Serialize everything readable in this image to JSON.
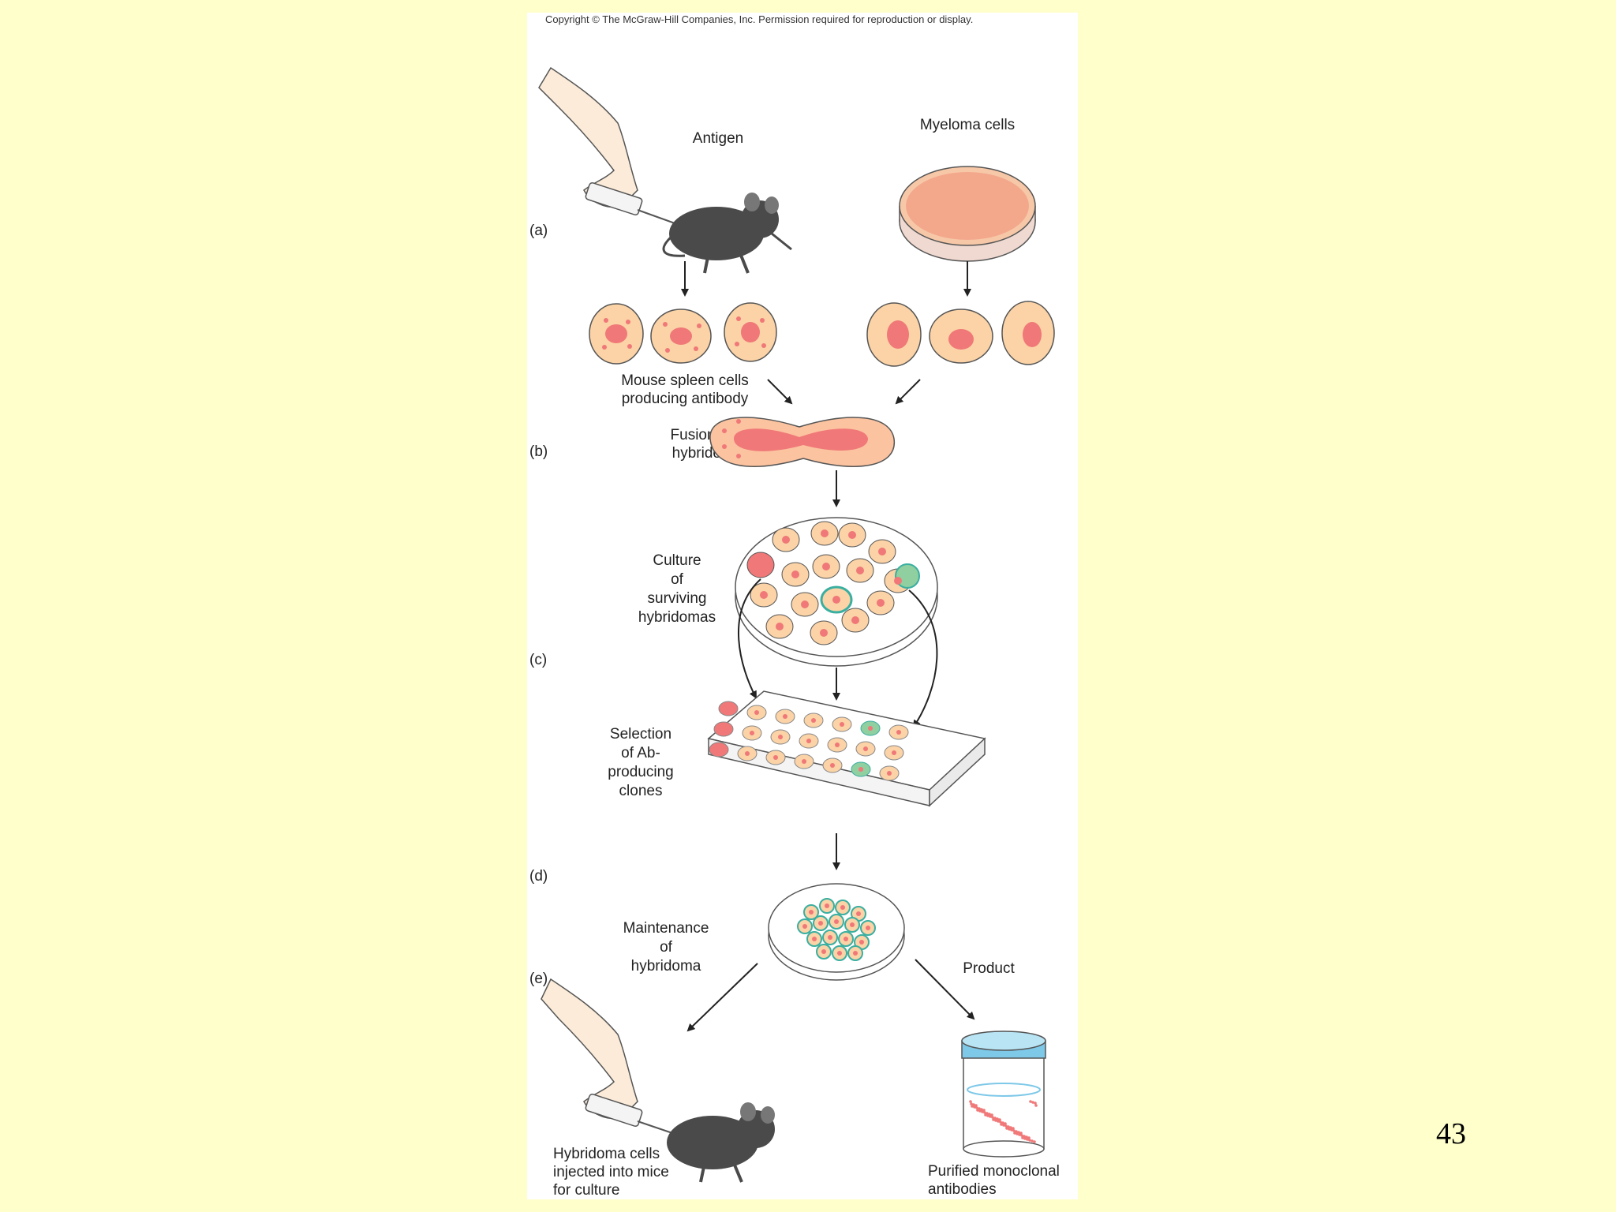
{
  "slide": {
    "number": "43"
  },
  "figure": {
    "copyright": "Copyright © The McGraw-Hill Companies, Inc. Permission required for reproduction or display.",
    "labels": {
      "antigen": "Antigen",
      "myeloma": "Myeloma cells",
      "spleen_1": "Mouse spleen cells",
      "spleen_2": "producing antibody",
      "fusion_1": "Fusion into",
      "fusion_2": "hybridoma",
      "culture_1": "Culture",
      "culture_2": "of",
      "culture_3": "surviving",
      "culture_4": "hybridomas",
      "selection_1": "Selection",
      "selection_2": "of Ab-",
      "selection_3": "producing",
      "selection_4": "clones",
      "maint_1": "Maintenance",
      "maint_2": "of",
      "maint_3": "hybridoma",
      "product": "Product",
      "inject_1": "Hybridoma cells",
      "inject_2": "injected into mice",
      "inject_3": "for culture",
      "purified_1": "Purified monoclonal",
      "purified_2": "antibodies"
    },
    "steps": {
      "a": "(a)",
      "b": "(b)",
      "c": "(c)",
      "d": "(d)",
      "e": "(e)"
    }
  },
  "colors": {
    "slide_bg": "#FFFFCC",
    "cell_fill": "#FBD3A6",
    "nucleus": "#F07878",
    "clone_teal": "#3AAFA0",
    "mouse": "#4A4A4A",
    "jar_lid": "#7EC8E8"
  }
}
